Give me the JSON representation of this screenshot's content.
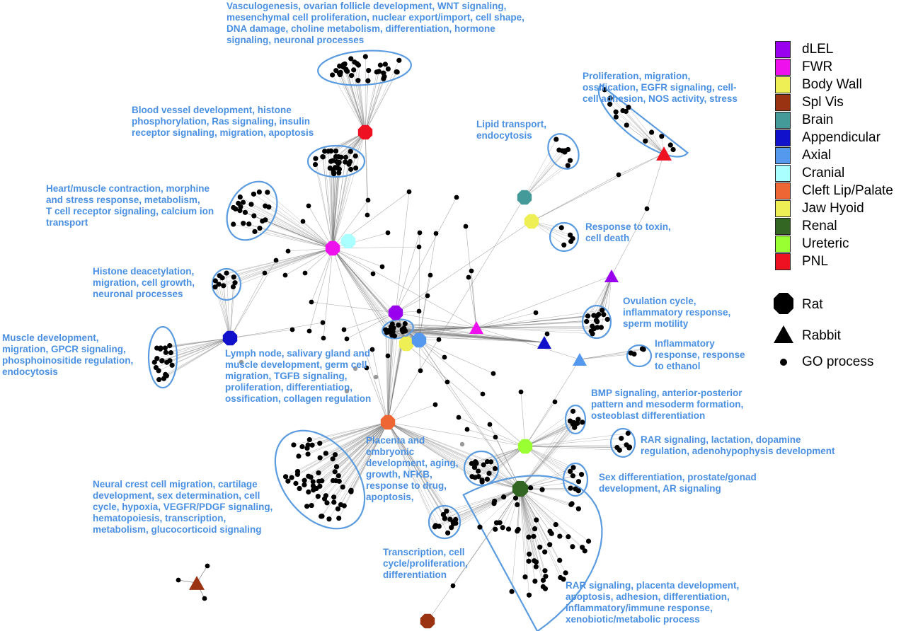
{
  "legend": {
    "tissues": [
      {
        "name": "dLEL",
        "color": "#9900ee"
      },
      {
        "name": "FWR",
        "color": "#ee11ee"
      },
      {
        "name": "Body Wall",
        "color": "#eeee55"
      },
      {
        "name": "Spl Vis",
        "color": "#993311"
      },
      {
        "name": "Brain",
        "color": "#449999"
      },
      {
        "name": "Appendicular",
        "color": "#1111cc"
      },
      {
        "name": "Axial",
        "color": "#5599ee"
      },
      {
        "name": "Cranial",
        "color": "#aaffff"
      },
      {
        "name": "Cleft Lip/Palate",
        "color": "#ee6633"
      },
      {
        "name": "Jaw Hyoid",
        "color": "#eeee55"
      },
      {
        "name": "Renal",
        "color": "#336622"
      },
      {
        "name": "Ureteric",
        "color": "#99ff33"
      },
      {
        "name": "PNL",
        "color": "#ee1122"
      }
    ],
    "shapes": {
      "rat": "Rat",
      "rabbit": "Rabbit",
      "go": "GO process"
    }
  },
  "labels": {
    "vasculogenesis": "Vasculogenesis, ovarian follicle development, WNT signaling,\nmesenchymal cell proliferation, nuclear export/import, cell shape,\nDNA damage, choline metabolism, differentiation, hormone\nsignaling, neuronal processes",
    "blood_vessel": "Blood vessel development, histone\nphosphorylation, Ras signaling, insulin\nreceptor signaling, migration, apoptosis",
    "heart_muscle": "Heart/muscle contraction, morphine\nand stress response, metabolism,\nT cell receptor signaling, calcium ion\ntransport",
    "histone_deacetylation": "Histone deacetylation,\nmigration, cell growth,\nneuronal processes",
    "muscle_development": "Muscle development,\nmigration, GPCR signaling,\nphosphoinositide regulation,\nendocytosis",
    "lymph_node": "Lymph node, salivary gland and\nmuscle development, germ cell\nmigration, TGFB signaling,\nproliferation, differentiation,\nossification, collagen regulation",
    "neural_crest": "Neural crest cell migration, cartilage\ndevelopment, sex determination, cell\ncycle, hypoxia, VEGFR/PDGF signaling,\nhematopoiesis, transcription,\nmetabolism, glucocorticoid signaling",
    "placenta": "Placenta and\nembryonic\ndevelopment, aging,\ngrowth, NFKB,\nresponse to drug,\napoptosis,",
    "transcription": "Transcription, cell\ncycle/proliferation,\ndifferentiation",
    "rar_placenta": "RAR signaling, placenta development,\napoptosis, adhesion, differentiation,\ninflammatory/immune response,\nxenobiotic/metabolic process",
    "sex_diff": "Sex differentiation, prostate/gonad\ndevelopment, AR signaling",
    "rar_lactation": "RAR signaling, lactation, dopamine\nregulation, adenohypophysis development",
    "bmp": "BMP signaling, anterior-posterior\npattern and mesoderm formation,\nosteoblast differentiation",
    "inflammatory_ethanol": "Inflammatory\nresponse, response\nto ethanol",
    "ovulation": "Ovulation cycle,\ninflammatory response,\nsperm motility",
    "toxin": "Response to toxin,\ncell death",
    "lipid": "Lipid transport,\nendocytosis",
    "proliferation": "Proliferation, migration,\nossification, EGFR signaling, cell-\ncell adhesion, NOS activity, stress"
  },
  "colors": {
    "label_text": "#4a90e2",
    "cluster_outline": "#5b9be0",
    "edge": "#777777",
    "go_dot": "#000000",
    "orphan_dot": "#999999"
  }
}
